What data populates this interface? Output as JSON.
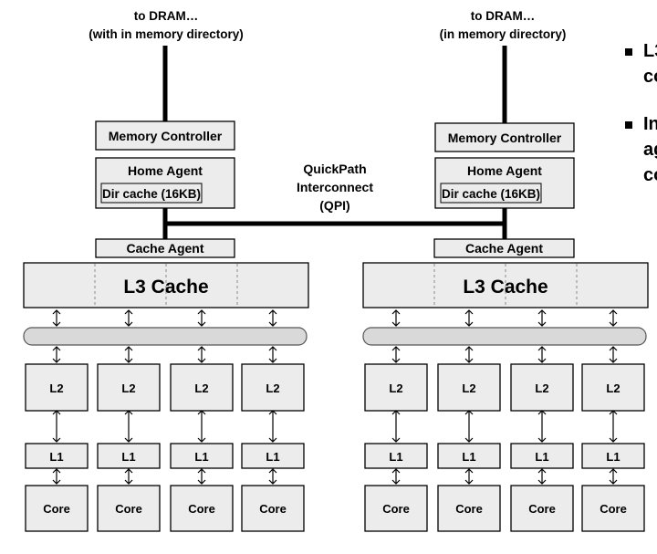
{
  "sockets": [
    {
      "dram_label": [
        "to DRAM…",
        "(with in memory directory)"
      ],
      "memory_controller": "Memory Controller",
      "home_agent": "Home Agent",
      "dir_cache": "Dir cache (16KB)",
      "cache_agent": "Cache Agent",
      "l3": "L3 Cache",
      "cores": [
        {
          "l2": "L2",
          "l1": "L1",
          "core": "Core"
        },
        {
          "l2": "L2",
          "l1": "L1",
          "core": "Core"
        },
        {
          "l2": "L2",
          "l1": "L1",
          "core": "Core"
        },
        {
          "l2": "L2",
          "l1": "L1",
          "core": "Core"
        }
      ]
    },
    {
      "dram_label": [
        "to DRAM…",
        "(in memory directory)"
      ],
      "memory_controller": "Memory Controller",
      "home_agent": "Home Agent",
      "dir_cache": "Dir cache (16KB)",
      "cache_agent": "Cache Agent",
      "l3": "L3 Cache",
      "cores": [
        {
          "l2": "L2",
          "l1": "L1",
          "core": "Core"
        },
        {
          "l2": "L2",
          "l1": "L1",
          "core": "Core"
        },
        {
          "l2": "L2",
          "l1": "L1",
          "core": "Core"
        },
        {
          "l2": "L2",
          "l1": "L1",
          "core": "Core"
        }
      ]
    }
  ],
  "interconnect": [
    "QuickPath",
    "Interconnect",
    "(QPI)"
  ],
  "side_text": [
    [
      "L3",
      "co"
    ],
    [
      "In",
      "ag",
      "co"
    ]
  ]
}
